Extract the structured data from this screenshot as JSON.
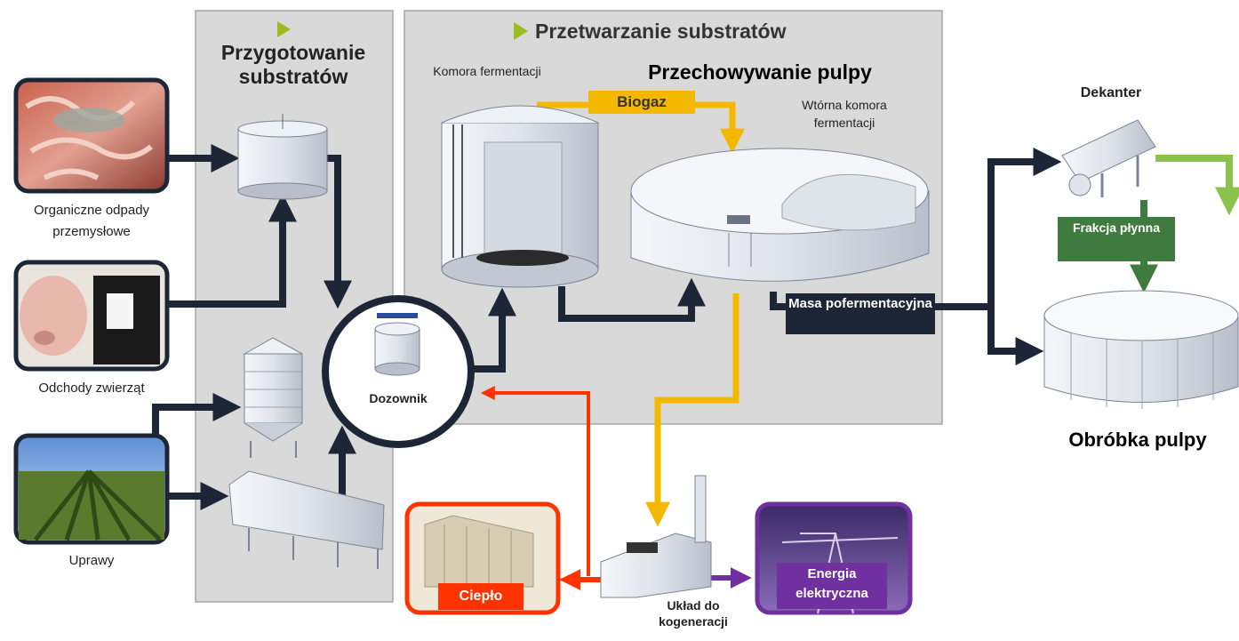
{
  "sections": {
    "preparation": "Przygotowanie substratów",
    "processing": "Przetwarzanie substratów",
    "pulp_storage": "Przechowywanie pulpy",
    "pulp_treatment": "Obróbka pulpy"
  },
  "inputs": {
    "industrial_waste": "Organiczne odpady przemysłowe",
    "animal_waste": "Odchody zwierząt",
    "crops": "Uprawy"
  },
  "equipment": {
    "dozer": "Dozownik",
    "fermentation_chamber": "Komora fermentacji",
    "secondary_chamber": "Wtórna komora fermentacji",
    "decanter": "Dekanter",
    "cogeneration": "Układ do kogeneracji"
  },
  "flows": {
    "biogas": "Biogaz",
    "digestate": "Masa pofermentacyjna",
    "liquid_fraction": "Frakcja płynna",
    "heat": "Ciepło",
    "electricity": "Energia elektryczna"
  },
  "colors": {
    "panel": "#d9d9d9",
    "flow_dark": "#1c2636",
    "biogas": "#f5b800",
    "heat": "#ff3300",
    "electricity": "#7030a0",
    "liquid": "#3f7a3f",
    "liquid_out": "#8bc34a",
    "triangle": "#9bbb1e"
  }
}
